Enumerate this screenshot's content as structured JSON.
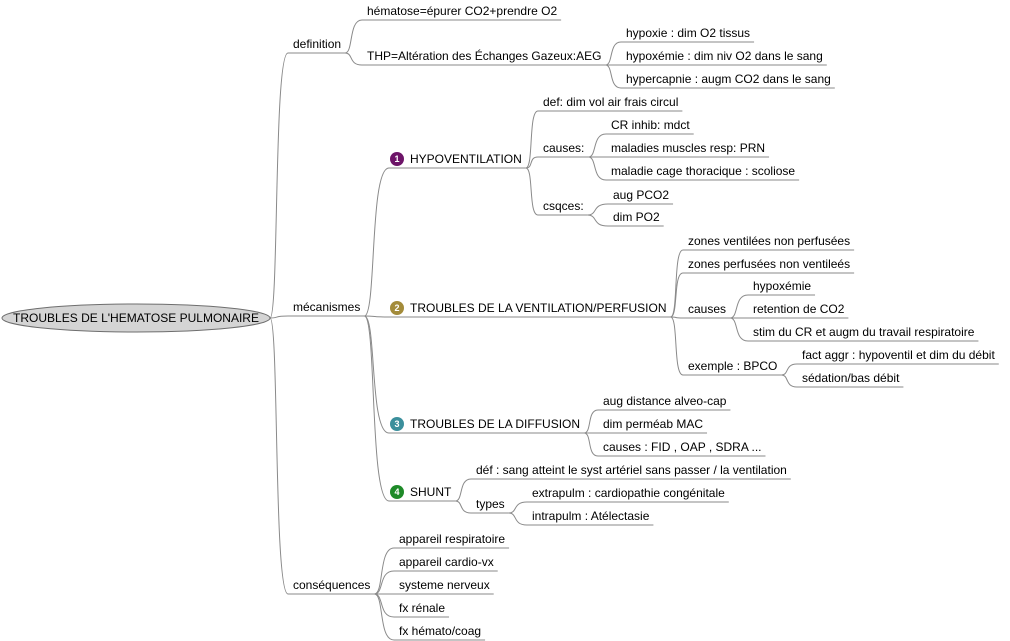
{
  "root": "TROUBLES DE L'HEMATOSE PULMONAIRE",
  "colors": {
    "root_fill": "#d4d4d4",
    "root_stroke": "#6e6e6e",
    "edge": "#8a8a8a",
    "badge_1": "#6d1468",
    "badge_2": "#a38b3a",
    "badge_3": "#3b8f9c",
    "badge_4": "#1e8a28"
  },
  "definition": {
    "label": "definition",
    "hematose": "hématose=épurer CO2+prendre O2",
    "thp": "THP=Altération des Échanges Gazeux:AEG",
    "thp_items": [
      "hypoxie : dim O2 tissus",
      "hypoxémie : dim niv O2 dans le sang",
      "hypercapnie : augm CO2 dans le sang"
    ]
  },
  "mecanismes": {
    "label": "mécanismes",
    "hypoventilation": {
      "badge": "1",
      "label": "HYPOVENTILATION",
      "def": "def: dim vol air frais circul",
      "causes_label": "causes:",
      "causes": [
        "CR inhib: mdct",
        "maladies muscles resp: PRN",
        "maladie cage thoracique : scoliose"
      ],
      "csqces_label": "csqces:",
      "csqces": [
        "aug PCO2",
        "dim PO2"
      ]
    },
    "ventilation_perfusion": {
      "badge": "2",
      "label": "TROUBLES DE LA VENTILATION/PERFUSION",
      "zone1": "zones ventilées non perfusées",
      "zone2": "zones perfusées non ventileés",
      "causes_label": "causes",
      "causes": [
        "hypoxémie",
        "retention de CO2",
        "stim du CR et augm du travail respiratoire"
      ],
      "exemple_label": "exemple : BPCO",
      "exemple": [
        "fact aggr   :  hypoventil  et dim du débit",
        "sédation/bas débit"
      ]
    },
    "diffusion": {
      "badge": "3",
      "label": "TROUBLES DE LA DIFFUSION",
      "items": [
        "aug distance alveo-cap",
        "dim perméab MAC",
        "causes : FID , OAP , SDRA ..."
      ]
    },
    "shunt": {
      "badge": "4",
      "label": "SHUNT",
      "def": "déf : sang atteint le syst artériel sans passer / la ventilation",
      "types_label": "types",
      "types": [
        "extrapulm : cardiopathie congénitale",
        "intrapulm : Atélectasie"
      ]
    }
  },
  "consequences": {
    "label": "conséquences",
    "items": [
      "appareil respiratoire",
      "appareil cardio-vx",
      "systeme nerveux",
      "fx rénale",
      "fx hémato/coag"
    ]
  }
}
